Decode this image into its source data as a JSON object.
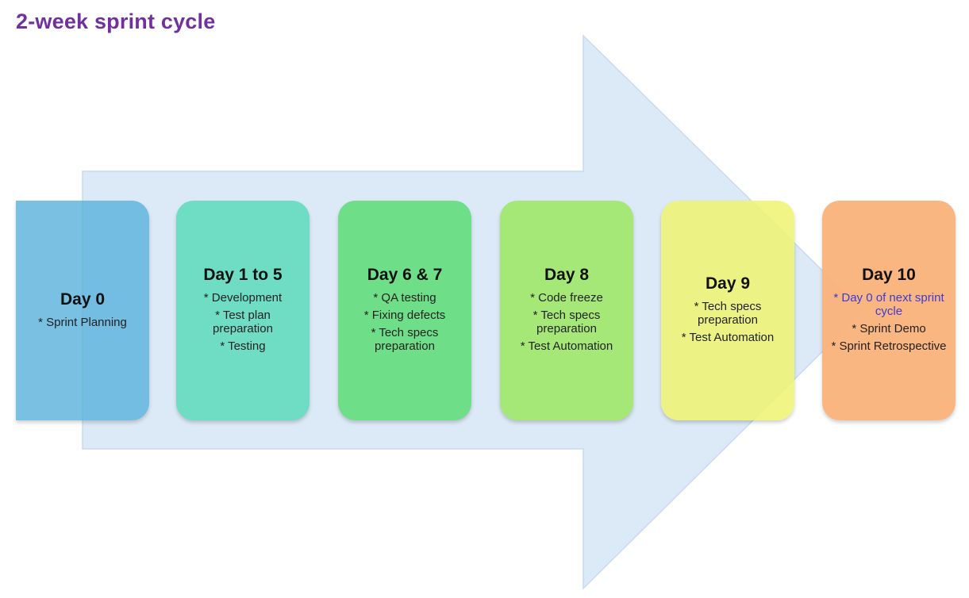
{
  "title": "2-week sprint cycle",
  "colors": {
    "title": "#7030a0",
    "arrow": "#dce9f6",
    "highlight_text": "#3b3bd6"
  },
  "steps": [
    {
      "title": "Day 0",
      "items": [
        "* Sprint Planning"
      ],
      "color": "#5cb2dd"
    },
    {
      "title": "Day 1 to 5",
      "items": [
        "* Development",
        "* Test plan preparation",
        "* Testing"
      ],
      "color": "#6fdcc4"
    },
    {
      "title": "Day 6 & 7",
      "items": [
        "* QA testing",
        "* Fixing defects",
        "* Tech specs preparation"
      ],
      "color": "#6fde89"
    },
    {
      "title": "Day  8",
      "items": [
        "* Code freeze",
        "* Tech specs preparation",
        "* Test Automation"
      ],
      "color": "#a6e878"
    },
    {
      "title": "Day 9",
      "items": [
        "* Tech specs preparation",
        "* Test Automation"
      ],
      "color": "#eef474"
    },
    {
      "title": "Day 10",
      "items": [
        "* Day 0 of next sprint cycle",
        "* Sprint Demo",
        "* Sprint Retrospective"
      ],
      "color": "#fab27a"
    }
  ]
}
